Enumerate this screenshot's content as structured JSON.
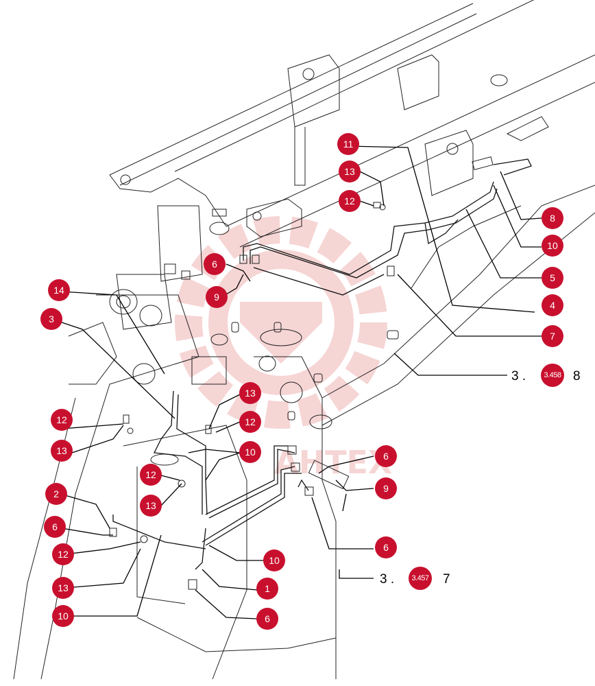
{
  "watermark": {
    "text": "AHTEX",
    "color": "#e88a8a"
  },
  "colors": {
    "badge": "#c8102e",
    "badge_text": "#ffffff",
    "line": "#000000"
  },
  "callouts": [
    {
      "id": "c11",
      "label": "11"
    },
    {
      "id": "c13a",
      "label": "13"
    },
    {
      "id": "c12a",
      "label": "12"
    },
    {
      "id": "c6a",
      "label": "6"
    },
    {
      "id": "c9a",
      "label": "9"
    },
    {
      "id": "c14",
      "label": "14"
    },
    {
      "id": "c3",
      "label": "3"
    },
    {
      "id": "c13b",
      "label": "13"
    },
    {
      "id": "c12b",
      "label": "12"
    },
    {
      "id": "c12c",
      "label": "12"
    },
    {
      "id": "c13c",
      "label": "13"
    },
    {
      "id": "c10a",
      "label": "10"
    },
    {
      "id": "c12d",
      "label": "12"
    },
    {
      "id": "c13d",
      "label": "13"
    },
    {
      "id": "c2",
      "label": "2"
    },
    {
      "id": "c6b",
      "label": "6"
    },
    {
      "id": "c12e",
      "label": "12"
    },
    {
      "id": "c13e",
      "label": "13"
    },
    {
      "id": "c10b",
      "label": "10"
    },
    {
      "id": "c6c",
      "label": "6"
    },
    {
      "id": "c9b",
      "label": "9"
    },
    {
      "id": "c6d",
      "label": "6"
    },
    {
      "id": "c10c",
      "label": "10"
    },
    {
      "id": "c1",
      "label": "1"
    },
    {
      "id": "c6e",
      "label": "6"
    },
    {
      "id": "c8",
      "label": "8"
    },
    {
      "id": "c10d",
      "label": "10"
    },
    {
      "id": "c5",
      "label": "5"
    },
    {
      "id": "c4",
      "label": "4"
    },
    {
      "id": "c7",
      "label": "7"
    }
  ],
  "refs": [
    {
      "id": "r1",
      "prefix": "3 .",
      "badge": "3.458",
      "suffix": "8"
    },
    {
      "id": "r2",
      "prefix": "3 .",
      "badge": "3.457",
      "suffix": "7"
    }
  ]
}
